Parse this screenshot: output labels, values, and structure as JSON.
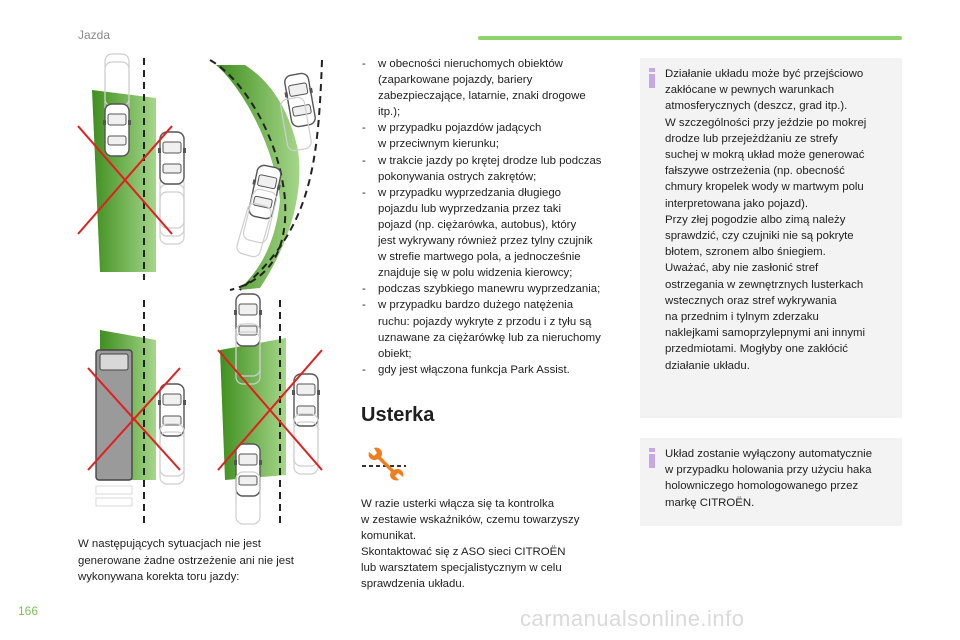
{
  "header": {
    "title": "Jazda",
    "accent_color": "#8fd36a"
  },
  "page_number": "166",
  "watermark": "carmanualsonline.info",
  "caption": [
    "W następujących sytuacjach nie jest",
    "generowane żadne ostrzeżenie ani nie jest",
    "wykonywana korekta toru jazdy:"
  ],
  "conditions": [
    [
      "w obecności nieruchomych obiektów",
      "(zaparkowane pojazdy, bariery",
      "zabezpieczające, latarnie, znaki drogowe",
      "itp.);"
    ],
    [
      "w przypadku pojazdów jadących",
      "w przeciwnym kierunku;"
    ],
    [
      "w trakcie jazdy po krętej drodze lub podczas",
      "pokonywania ostrych zakrętów;"
    ],
    [
      "w przypadku wyprzedzania długiego",
      "pojazdu lub wyprzedzania przez taki",
      "pojazd (np. ciężarówka, autobus), który",
      "jest wykrywany również przez tylny czujnik",
      "w strefie martwego pola, a jednocześnie",
      "znajduje się w polu widzenia kierowcy;"
    ],
    [
      "podczas szybkiego manewru wyprzedzania;"
    ],
    [
      "w przypadku bardzo dużego natężenia",
      "ruchu: pojazdy wykryte z przodu i z tyłu są",
      "uznawane za ciężarówkę lub za nieruchomy",
      "obiekt;"
    ],
    [
      "gdy jest włączona funkcja Park Assist."
    ]
  ],
  "fault": {
    "title": "Usterka",
    "icon_color": "#f07e1f",
    "text": [
      "W razie usterki włącza się ta kontrolka",
      "w zestawie wskaźników, czemu towarzyszy",
      "komunikat.",
      "Skontaktować się z ASO sieci CITROËN",
      "lub warsztatem specjalistycznym w celu",
      "sprawdzenia układu."
    ]
  },
  "notes": [
    {
      "icon_color": "#c7a7e6",
      "lines": [
        "Działanie układu może być przejściowo",
        "zakłócane w pewnych warunkach",
        "atmosferycznych (deszcz, grad itp.).",
        "W szczególności przy jeździe po mokrej",
        "drodze lub przejeżdżaniu ze strefy",
        "suchej w mokrą układ może generować",
        "fałszywe ostrzeżenia (np. obecność",
        "chmury kropelek wody w martwym polu",
        "interpretowana jako pojazd).",
        "Przy złej pogodzie albo zimą należy",
        "sprawdzić, czy czujniki nie są pokryte",
        "błotem, szronem albo śniegiem.",
        "Uważać, aby nie zasłonić stref",
        "ostrzegania w zewnętrznych lusterkach",
        "wstecznych oraz stref wykrywania",
        "na przednim i tylnym zderzaku",
        "naklejkami samoprzylepnymi ani innymi",
        "przedmiotami. Mogłyby one zakłócić",
        "działanie układu."
      ]
    },
    {
      "icon_color": "#c7a7e6",
      "lines": [
        "Układ zostanie wyłączony automatycznie",
        "w przypadku holowania przy użyciu haka",
        "holowniczego homologowanego przez",
        "markę CITROËN."
      ]
    }
  ],
  "figure_colors": {
    "zone": "#3f8f1f",
    "zone_light": "#a6d68a",
    "cross": "#e02020",
    "lane": "#222222"
  }
}
